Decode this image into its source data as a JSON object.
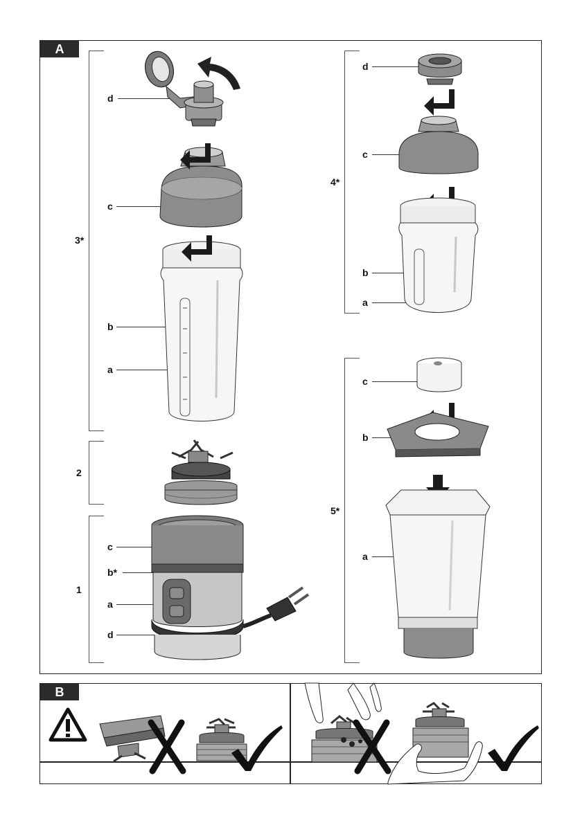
{
  "panel_a": {
    "tab": "A",
    "group_1": {
      "step": "1",
      "labels": {
        "c": "c",
        "b": "b*",
        "a": "a",
        "d": "d"
      }
    },
    "group_2": {
      "step": "2"
    },
    "group_3": {
      "step": "3*",
      "labels": {
        "d": "d",
        "c": "c",
        "b": "b",
        "a": "a"
      }
    },
    "group_4": {
      "step": "4*",
      "labels": {
        "d": "d",
        "c": "c",
        "b": "b",
        "a": "a"
      }
    },
    "group_5": {
      "step": "5*",
      "labels": {
        "c": "c",
        "b": "b",
        "a": "a"
      }
    }
  },
  "panel_b": {
    "tab": "B"
  },
  "icons": {
    "warning": "warning-triangle-icon",
    "wrong": "cross-icon",
    "right": "check-icon",
    "rotate": "rotate-arrow-icon",
    "twist": "twist-arrow-icon",
    "down": "arrow-down-icon"
  },
  "colors": {
    "dark": "#3a3a3a",
    "mid": "#8a8a8a",
    "light": "#d9d9d9",
    "clear": "#f2f2f2"
  }
}
